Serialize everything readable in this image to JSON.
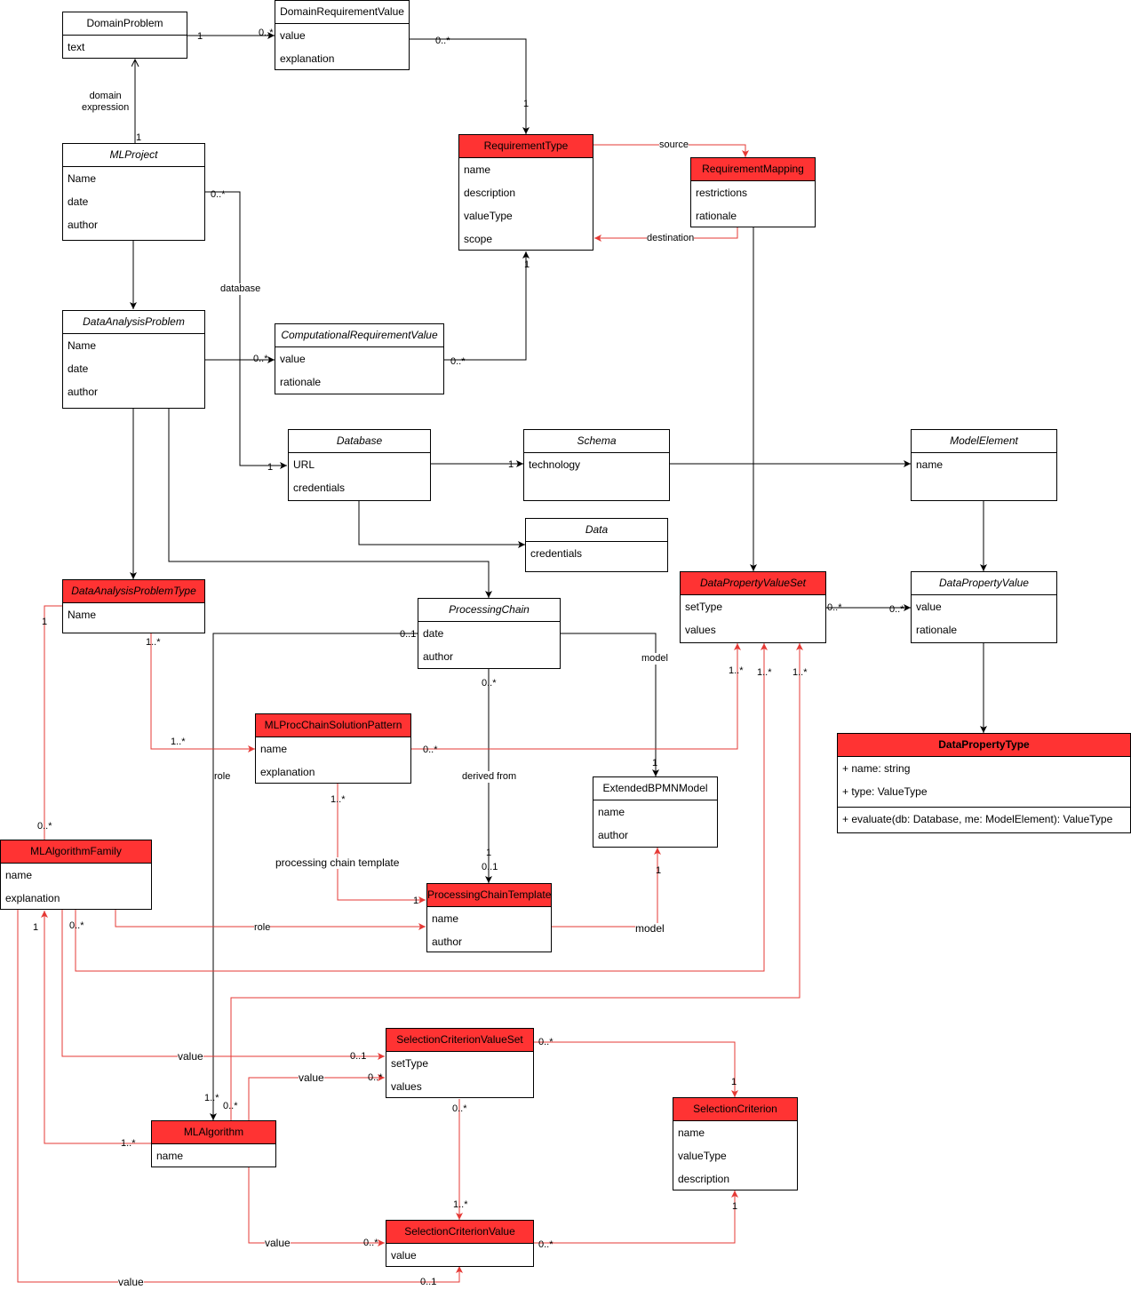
{
  "colors": {
    "accent_red": "#ff3333",
    "red_edge": "#e53935",
    "black_edge": "#000000"
  },
  "classes": {
    "domain_problem": {
      "name": "DomainProblem",
      "attrs": [
        "text"
      ]
    },
    "domain_requirement_value": {
      "name": "DomainRequirementValue",
      "attrs": [
        "value",
        "explanation"
      ]
    },
    "requirement_type": {
      "name": "RequirementType",
      "attrs": [
        "name",
        "description",
        "valueType",
        "scope"
      ]
    },
    "requirement_mapping": {
      "name": "RequirementMapping",
      "attrs": [
        "restrictions",
        "rationale"
      ]
    },
    "ml_project": {
      "name": "MLProject",
      "attrs": [
        "Name",
        "date",
        "author"
      ]
    },
    "data_analysis_problem": {
      "name": "DataAnalysisProblem",
      "attrs": [
        "Name",
        "date",
        "author"
      ]
    },
    "computational_requirement_value": {
      "name": "ComputationalRequirementValue",
      "attrs": [
        "value",
        "rationale"
      ]
    },
    "database": {
      "name": "Database",
      "attrs": [
        "URL",
        "credentials"
      ]
    },
    "schema": {
      "name": "Schema",
      "attrs": [
        "technology"
      ]
    },
    "model_element": {
      "name": "ModelElement",
      "attrs": [
        "name"
      ]
    },
    "data": {
      "name": "Data",
      "attrs": [
        "credentials"
      ]
    },
    "data_analysis_problem_type": {
      "name": "DataAnalysisProblemType",
      "attrs": [
        "Name"
      ]
    },
    "processing_chain": {
      "name": "ProcessingChain",
      "attrs": [
        "date",
        "author"
      ]
    },
    "data_property_value_set": {
      "name": "DataPropertyValueSet",
      "attrs": [
        "setType",
        "values"
      ]
    },
    "data_property_value": {
      "name": "DataPropertyValue",
      "attrs": [
        "value",
        "rationale"
      ]
    },
    "ml_proc_chain_solution_pattern": {
      "name": "MLProcChainSolutionPattern",
      "attrs": [
        "name",
        "explanation"
      ]
    },
    "extended_bpmn_model": {
      "name": "ExtendedBPMNModel",
      "attrs": [
        "name",
        "author"
      ]
    },
    "data_property_type": {
      "name": "DataPropertyType",
      "attrs": [
        "+ name: string",
        "+ type: ValueType"
      ],
      "ops": [
        "+ evaluate(db: Database, me: ModelElement): ValueType"
      ]
    },
    "ml_algorithm_family": {
      "name": "MLAlgorithmFamily",
      "attrs": [
        "name",
        "explanation"
      ]
    },
    "processing_chain_template": {
      "name": "ProcessingChainTemplate",
      "attrs": [
        "name",
        "author"
      ]
    },
    "selection_criterion_value_set": {
      "name": "SelectionCriterionValueSet",
      "attrs": [
        "setType",
        "values"
      ]
    },
    "selection_criterion": {
      "name": "SelectionCriterion",
      "attrs": [
        "name",
        "valueType",
        "description"
      ]
    },
    "ml_algorithm": {
      "name": "MLAlgorithm",
      "attrs": [
        "name"
      ]
    },
    "selection_criterion_value": {
      "name": "SelectionCriterionValue",
      "attrs": [
        "value"
      ]
    }
  },
  "labels": {
    "dp_drv_m1": "1",
    "dp_drv_m2": "0..*",
    "domain_expression": "domain\nexpression",
    "mlp_dp_m": "1",
    "drv_rt_m1": "0..*",
    "drv_rt_m2": "1",
    "source": "source",
    "destination": "destination",
    "mlp_db_m1": "0..*",
    "database": "database",
    "mlp_db_m2": "1",
    "dap_crv_m": "0..*",
    "crv_rt_m1": "0..*",
    "crv_rt_m2": "1",
    "db_schema_m": "1",
    "dapt_m1": "1",
    "dapt_m2": "1..*",
    "dapt_m3": "1..*",
    "pc_m1": "0..1",
    "model1": "model",
    "pc_m2": "0..*",
    "derived_from": "derived from",
    "dpvs_m1": "0..*",
    "dpvs_m2": "0..*",
    "pat_m1": "0..*",
    "pat_m2": "1..*",
    "pat_m3": "1..*",
    "pat_m4": "1..*",
    "role1": "role",
    "pat_m5": "1..*",
    "processing_chain_template": "processing chain template",
    "bpmn_m": "1",
    "pct_m1": "1",
    "pct_m2": "0..1",
    "pct_m3": "1",
    "model2": "model",
    "bpmn_m2": "1",
    "fam_m1": "0..*",
    "fam_m2": "1",
    "fam_m3": "0..*",
    "role2": "role",
    "value1": "value",
    "scvs_m1": "0..1",
    "scvs_m2": "0..*",
    "sc_m1": "1",
    "value2": "value",
    "scvs_m3": "0..*",
    "alg_m1": "1..*",
    "alg_m2": "0..*",
    "alg_m3": "1..*",
    "scvs_m4": "0..*",
    "scv_m1": "1..*",
    "value3": "value",
    "scv_m2": "0..*",
    "scv_m3": "0..*",
    "sc_m2": "1",
    "value4": "value",
    "scv_m4": "0..1"
  }
}
